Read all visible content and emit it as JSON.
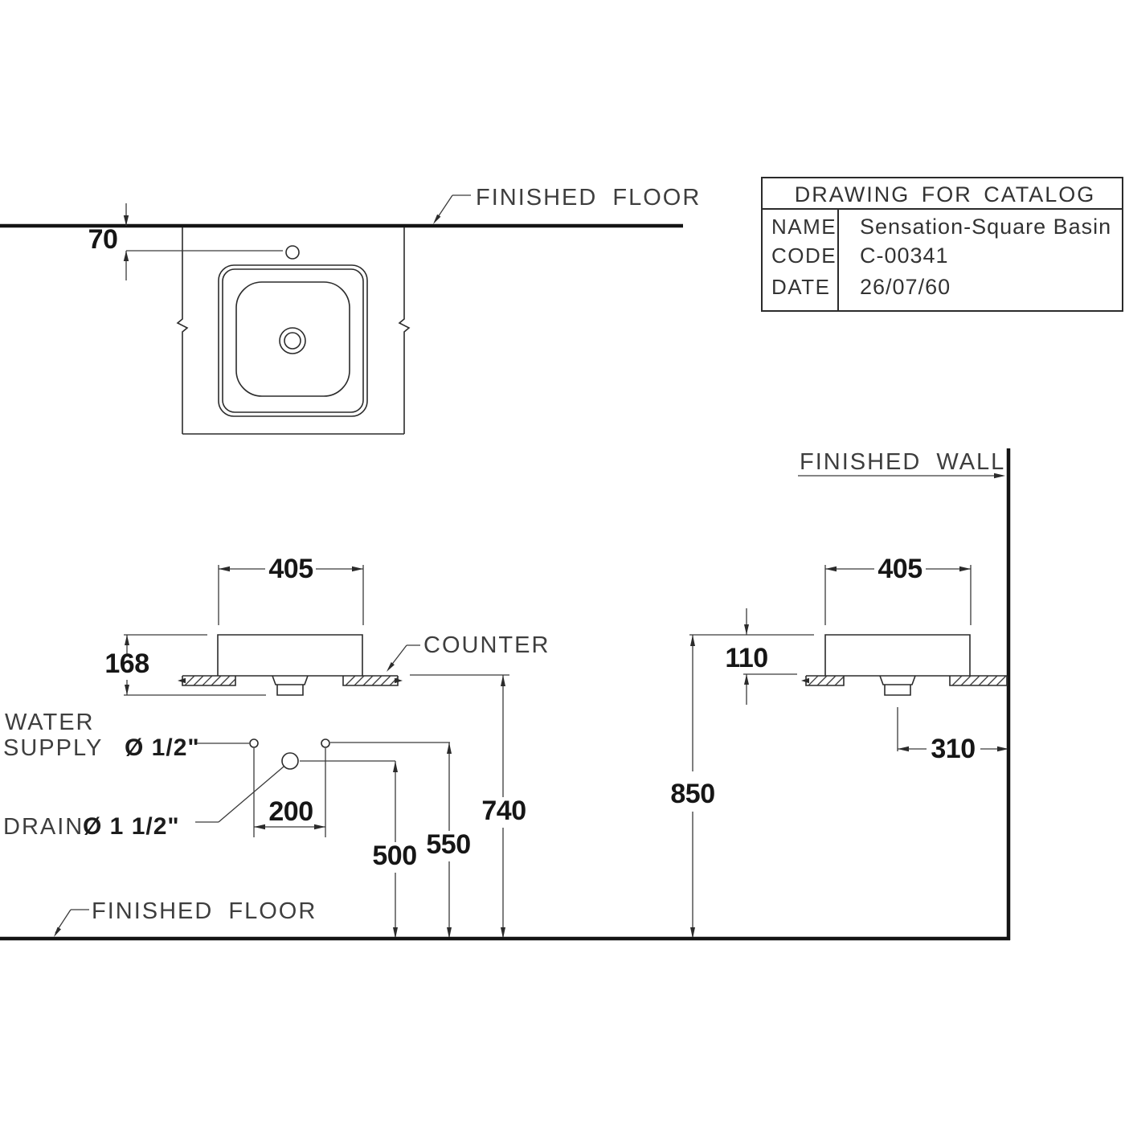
{
  "drawing": {
    "title_block": {
      "title": "DRAWING FOR CATALOG",
      "name_label": "NAME",
      "name_value": "Sensation-Square Basin",
      "code_label": "CODE",
      "code_value": "C-00341",
      "date_label": "DATE",
      "date_value": "26/07/60"
    },
    "labels": {
      "finished_floor_top": "FINISHED FLOOR",
      "finished_wall": "FINISHED WALL",
      "counter": "COUNTER",
      "water": "WATER",
      "supply": "SUPPLY",
      "supply_size": "Ø 1/2\"",
      "drain": "DRAIN",
      "drain_size": "Ø 1 1/2\"",
      "finished_floor_bottom": "FINISHED FLOOR"
    },
    "dimensions": {
      "faucet_offset": "70",
      "front_width": "405",
      "side_width": "405",
      "total_height": "168",
      "above_counter_height": "110",
      "supply_spacing": "200",
      "drain_height": "500",
      "supply_height": "550",
      "counter_height": "740",
      "rim_height": "850",
      "drain_to_wall": "310"
    }
  }
}
